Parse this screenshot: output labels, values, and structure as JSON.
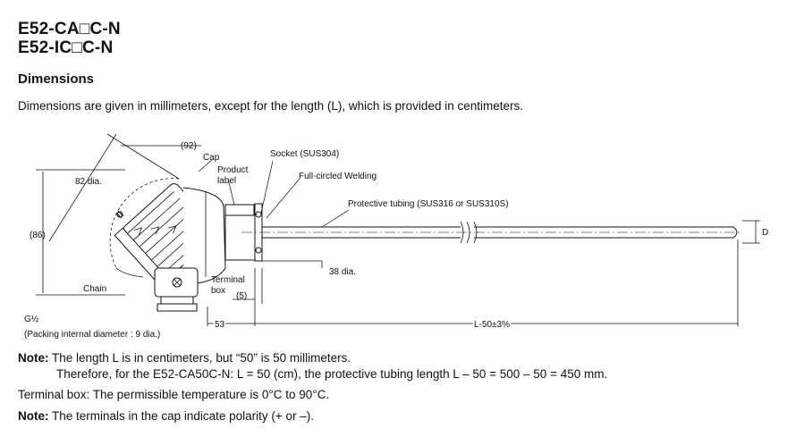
{
  "header": {
    "model_line1": "E52-CA□C-N",
    "model_line2": "E52-IC□C-N",
    "section_title": "Dimensions",
    "intro": "Dimensions are given in millimeters, except for the length (L), which is provided in centimeters."
  },
  "diagram": {
    "labels": {
      "dim_92": "(92)",
      "cap": "Cap",
      "product_label_line1": "Product",
      "product_label_line2": "label",
      "socket": "Socket (SUS304)",
      "welding": "Full-circled Welding",
      "protective_tubing": "Protective tubing (SUS316 or SUS310S)",
      "dia_82": "82 dia.",
      "dim_86": "(86)",
      "d": "D",
      "dia_38": "38 dia.",
      "chain": "Chain",
      "terminal_box_line1": "Terminal",
      "terminal_box_line2": "box",
      "dim_5": "(5)",
      "thread": "G½",
      "packing": "(Packing internal diameter : 9 dia.)",
      "dim_53": "53",
      "length": "L-50±3%"
    }
  },
  "notes": {
    "note1_prefix": "Note:",
    "note1_text": "The length L is in centimeters, but “50” is 50 millimeters.",
    "note1_line2": "Therefore, for the E52-CA50C-N: L = 50 (cm), the protective tubing length L – 50 = 500 – 50 = 450 mm.",
    "terminal_box": "Terminal box: The permissible temperature is 0°C to 90°C.",
    "note2_prefix": "Note:",
    "note2_text": "The terminals in the cap indicate polarity (+ or –)."
  }
}
